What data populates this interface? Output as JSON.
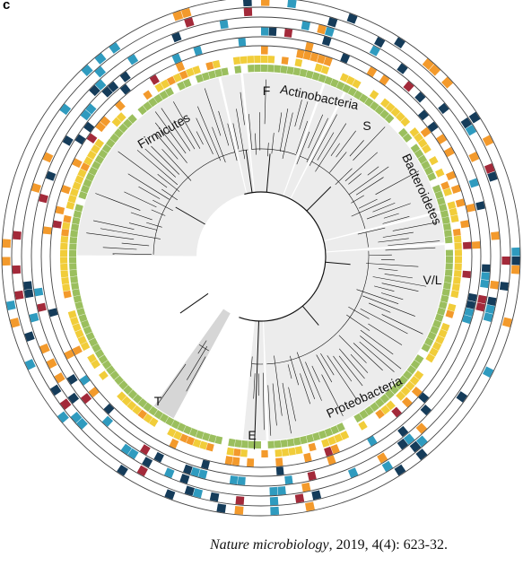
{
  "panel_letter": "c",
  "citation": {
    "journal": "Nature microbiology",
    "details": ", 2019, 4(4): 623-32."
  },
  "clades": [
    {
      "label": "Firmicutes",
      "start": 270,
      "end": 347
    },
    {
      "label": "F",
      "start": 347,
      "end": 354
    },
    {
      "label": "Actinobacteria",
      "start": 354,
      "end": 20
    },
    {
      "label": "S",
      "start": 20,
      "end": 27
    },
    {
      "label": "Bacteroidetes",
      "start": 27,
      "end": 76
    },
    {
      "label": "V/L",
      "start": 76,
      "end": 86
    },
    {
      "label": "Proteobacteria",
      "start": 86,
      "end": 178
    },
    {
      "label": "E",
      "start": 178,
      "end": 186
    },
    {
      "label": "T",
      "start": 208,
      "end": 216
    }
  ],
  "colors": {
    "green": "#9bbf5e",
    "yellow": "#f1cd3a",
    "orange": "#f39a2c",
    "maroon": "#a32a3a",
    "teal": "#2f9bbf",
    "navy": "#153c5a",
    "ring": "#444444",
    "sector": "#ececec"
  }
}
